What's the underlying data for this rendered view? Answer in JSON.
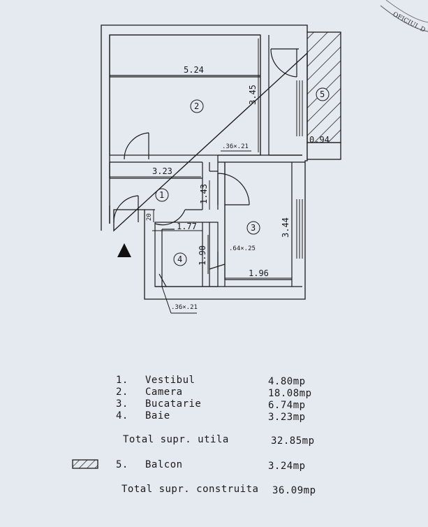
{
  "plan": {
    "dimensions": {
      "camera_width": "5.24",
      "camera_depth": "3.45",
      "balcony_width": "0.94",
      "duct_top": ".36×.21",
      "vestibul_width": "3.23",
      "vestibul_depth": "1.43",
      "small_20": "20",
      "baie_width": "1.77",
      "baie_depth": "1.90",
      "duct_mid": ".64×.25",
      "kitchen_depth": "3.44",
      "kitchen_width": "1.96",
      "duct_bottom": ".36×.21"
    },
    "room_numbers": {
      "r1": "1",
      "r2": "2",
      "r3": "3",
      "r4": "4",
      "r5": "5"
    },
    "stamp_text": "OFICIUL D"
  },
  "legend": {
    "rows": [
      {
        "num": "1.",
        "name": "Vestibul",
        "area": "4.80mp"
      },
      {
        "num": "2.",
        "name": "Camera",
        "area": "18.08mp"
      },
      {
        "num": "3.",
        "name": "Bucatarie",
        "area": "6.74mp"
      },
      {
        "num": "4.",
        "name": "Baie",
        "area": "3.23mp"
      }
    ],
    "total_useful_label": "Total supr. utila",
    "total_useful_value": "32.85mp",
    "balcony": {
      "num": "5.",
      "name": "Balcon",
      "area": "3.24mp"
    },
    "total_built_label": "Total supr. construita",
    "total_built_value": "36.09mp"
  }
}
